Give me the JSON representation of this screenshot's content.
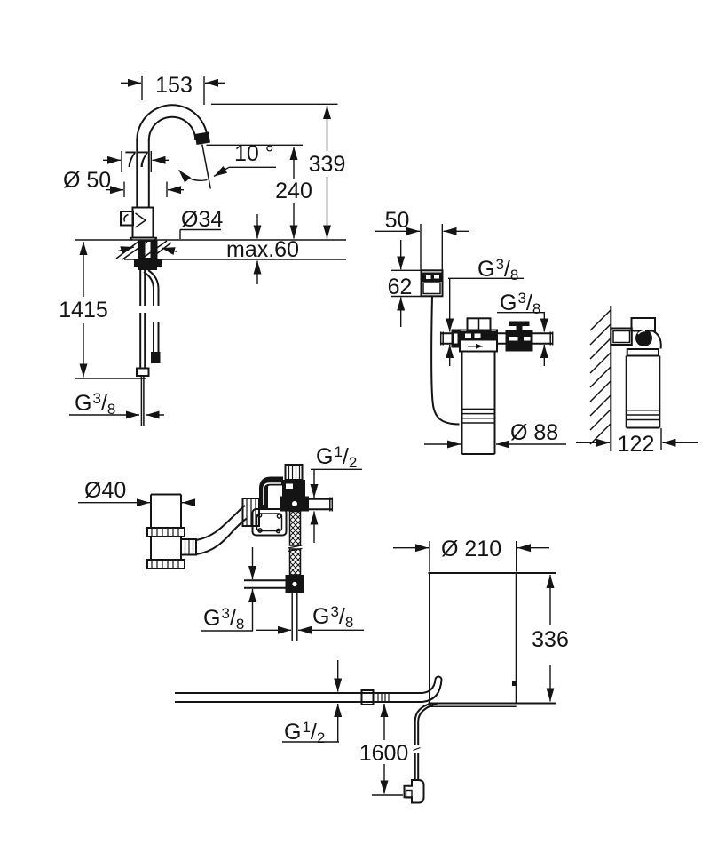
{
  "labels": {
    "faucet": {
      "projection": "153",
      "spout_width": "77",
      "body_dia": "Ø 50",
      "angle": "10 °",
      "height": "339",
      "outlet_height": "240",
      "hole_dia": "Ø34",
      "deck_thickness": "max.60",
      "hose_length": "1415"
    },
    "filter": {
      "bracket_width": "50",
      "bracket_height": "62",
      "bowl_dia": "Ø 88",
      "wall_depth": "122"
    },
    "assembly": {
      "tube_dia": "Ø40"
    },
    "boiler": {
      "dia": "Ø 210",
      "height": "336",
      "cord_length": "1600"
    },
    "threads": {
      "g": "G",
      "slash": "/",
      "n38": "3",
      "d38": "8",
      "n12": "1",
      "d12": "2"
    }
  }
}
